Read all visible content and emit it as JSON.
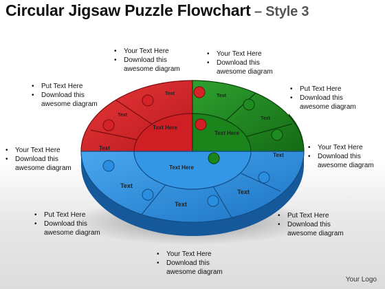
{
  "title": {
    "main": "Circular Jigsaw Puzzle Flowchart",
    "dash": " – ",
    "sub": "Style 3"
  },
  "colors": {
    "red": "#d42226",
    "green": "#1f8a1f",
    "blue": "#2a8ee0"
  },
  "pieces": {
    "red_inner": "Text Here",
    "green_inner": "Text Here",
    "blue_inner": "Text Here",
    "red_outer_1": "Text",
    "red_outer_2": "Text",
    "red_outer_3": "Text",
    "green_outer_1": "Text",
    "green_outer_2": "Text",
    "green_outer_3": "Text",
    "blue_outer_1": "Text",
    "blue_outer_2": "Text",
    "blue_outer_3": "Text"
  },
  "callouts": {
    "top_left_center": {
      "line1": "Your Text Here",
      "line2": "Download this",
      "line3": "awesome diagram"
    },
    "top_right_center": {
      "line1": "Your Text Here",
      "line2": "Download this",
      "line3": "awesome diagram"
    },
    "upper_left": {
      "line1": "Put Text Here",
      "line2": "Download this",
      "line3": "awesome diagram"
    },
    "upper_right": {
      "line1": "Put Text Here",
      "line2": "Download this",
      "line3": "awesome diagram"
    },
    "mid_left": {
      "line1": "Your Text Here",
      "line2": "Download this",
      "line3": "awesome diagram"
    },
    "mid_right": {
      "line1": "Your Text Here",
      "line2": "Download this",
      "line3": "awesome diagram"
    },
    "lower_left": {
      "line1": "Put Text Here",
      "line2": "Download this",
      "line3": "awesome diagram"
    },
    "lower_right": {
      "line1": "Put Text Here",
      "line2": "Download this",
      "line3": "awesome diagram"
    },
    "bottom": {
      "line1": "Your Text Here",
      "line2": "Download this",
      "line3": "awesome diagram"
    }
  },
  "bullet": "•",
  "logo": "Your Logo"
}
